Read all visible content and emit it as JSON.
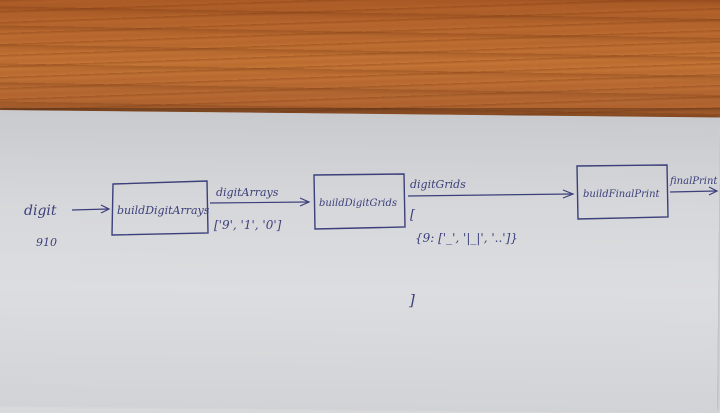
{
  "diagram": {
    "input_label": "digit",
    "input_value": "910",
    "box1": "buildDigitArrays",
    "edge1_label": "digitArrays",
    "edge1_value": "['9', '1', '0']",
    "box2": "buildDigitGrids",
    "edge2_label": "digitGrids",
    "edge2_open": "[",
    "edge2_value": "{9: ['_', '|_|', '..']}",
    "edge2_close": "]",
    "box3": "buildFinalPrint",
    "output_label": "finalPrint"
  }
}
